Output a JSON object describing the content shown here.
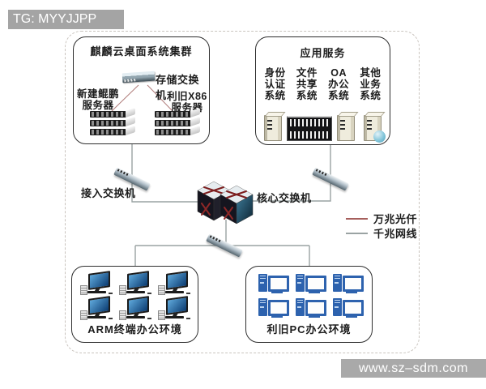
{
  "top_banner": {
    "text": "TG: MYYJJPP"
  },
  "bottom_banner": {
    "text": "www.sz–sdm.com"
  },
  "cluster_box": {
    "title": "麒麟云桌面系统集群",
    "storage_switch_label": "存储交换机",
    "kunpeng_server": {
      "line1": "新建鲲鹏",
      "line2": "服务器"
    },
    "x86_server": {
      "line1": "利旧X86",
      "line2": "服务器"
    }
  },
  "app_box": {
    "title": "应用服务",
    "services": [
      {
        "line1": "身份",
        "line2": "认证",
        "line3": "系统",
        "icon": "tower-server"
      },
      {
        "line1": "文件",
        "line2": "共享",
        "line3": "系统",
        "icon": "storage-array"
      },
      {
        "line1": "OA",
        "line2": "办公",
        "line3": "系统",
        "icon": "tower-server"
      },
      {
        "line1": "其他",
        "line2": "业务",
        "line3": "系统",
        "icon": "tower-server-globe"
      }
    ]
  },
  "switch_labels": {
    "access": "接入交换机",
    "core": "核心交换机"
  },
  "legend": [
    {
      "label": "万兆光仟",
      "color": "#a65f5c"
    },
    {
      "label": "千兆网线",
      "color": "#9aa3a3"
    }
  ],
  "arm_box": {
    "label": "ARM终端办公环境"
  },
  "pc_box": {
    "label": "利旧PC办公环境"
  },
  "colors": {
    "banner_gray": "#a4a4a4",
    "wire_gray": "#9aa3a3",
    "fiber_red": "#a65f5c",
    "box_border": "#2e2e2e"
  }
}
